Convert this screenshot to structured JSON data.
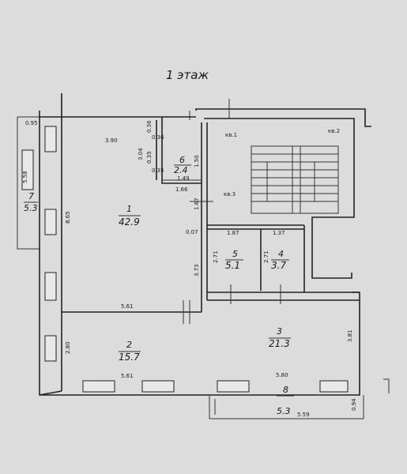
{
  "title": "1 этаж",
  "rooms": [
    {
      "num": "1",
      "area": "42.9"
    },
    {
      "num": "2",
      "area": "15.7"
    },
    {
      "num": "3",
      "area": "21.3"
    },
    {
      "num": "4",
      "area": "3.7"
    },
    {
      "num": "5",
      "area": "5.1"
    },
    {
      "num": "6",
      "area": "2.4"
    },
    {
      "num": "7",
      "area": "5.3"
    },
    {
      "num": "8",
      "area": "5.3"
    }
  ],
  "labels": {
    "kv1": "кв.1",
    "kv2": "кв.2",
    "kv3": "кв.3"
  },
  "dims": {
    "d0_95": "0.95",
    "d3_90": "3.90",
    "d0_36a": "0.36",
    "d0_36b": "0.36",
    "d0_35a": "0.35",
    "d0_35b": "0.35",
    "d3_04": "3.04",
    "d1_50": "1.50",
    "d1_49": "1.49",
    "d1_66": "1.66",
    "d1_67": "1.67",
    "d5_58": "5.58",
    "d8_65": "8.65",
    "d0_07": "0.07",
    "d1_87": "1.87",
    "d1_37": "1.37",
    "d2_71a": "2.71",
    "d2_71b": "2.71",
    "d3_73": "3.73",
    "d5_61a": "5.61",
    "d5_61b": "5.61",
    "d2_80": "2.80",
    "d3_81": "3.81",
    "d5_80": "5.80",
    "d5_59": "5.59",
    "d0_94": "0.94"
  }
}
